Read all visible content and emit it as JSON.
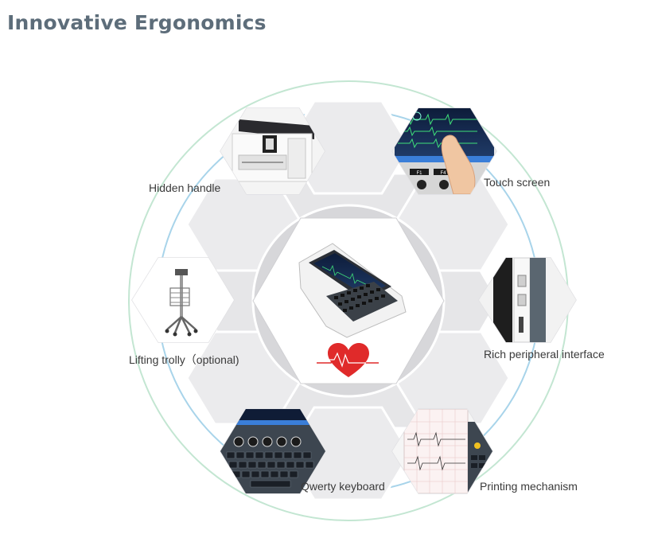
{
  "page": {
    "title": "Innovative Ergonomics"
  },
  "features": [
    {
      "label": "Hidden handle",
      "icon": "hidden-handle-image"
    },
    {
      "label": "Touch screen",
      "icon": "touch-screen-image"
    },
    {
      "label": "Rich peripheral interface",
      "icon": "peripheral-interface-image"
    },
    {
      "label": "Lifting trolly（optional)",
      "icon": "lifting-trolley-image"
    },
    {
      "label": "Qwerty keyboard",
      "icon": "qwerty-keyboard-image"
    },
    {
      "label": "Printing mechanism",
      "icon": "printing-mechanism-image"
    }
  ],
  "center": {
    "device_icon": "ecg-device-image",
    "heart_icon": "heartbeat-heart-icon",
    "key_labels": [
      "F1",
      "F4"
    ]
  },
  "colors": {
    "title": "#5d6d7a",
    "outer_ring": "#bfe3d5",
    "inner_ring": "#a8d4ea",
    "hex_fill": "#e6e6e8",
    "heart": "#e02a2a"
  }
}
